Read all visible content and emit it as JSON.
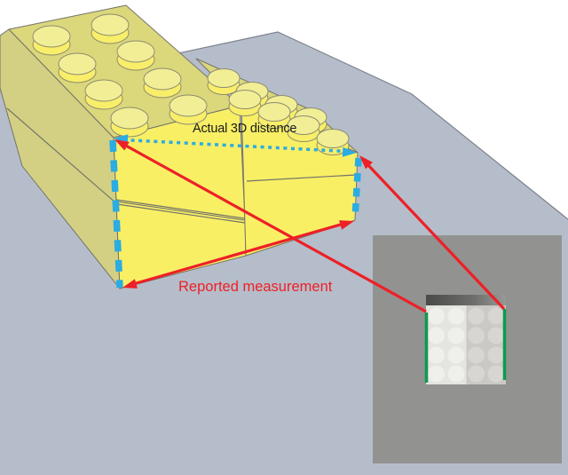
{
  "figure": {
    "type": "annotated-3d-diagram",
    "labels": {
      "actual_distance": "Actual 3D distance",
      "reported_measurement": "Reported measurement"
    }
  },
  "colors": {
    "background": "#ffffff",
    "ground": "#b6bdca",
    "ground_edge": "#7d828c",
    "brick_top": "#dbd77b",
    "brick_front": "#f8ef65",
    "brick_end": "#d3d083",
    "stud_side": "#f9ee69",
    "stud_top": "#f2ee96",
    "accent_blue": "#2bace2",
    "accent_red": "#ed2027",
    "inset_bg": "#929290",
    "photo_left": "#e4e4e1",
    "photo_right": "#cac9c6",
    "photo_stud_left": "#efefec",
    "photo_stud_right": "#d7d6d3",
    "marker_green": "#0d9b4d",
    "label_black": "#1a1a1a"
  }
}
